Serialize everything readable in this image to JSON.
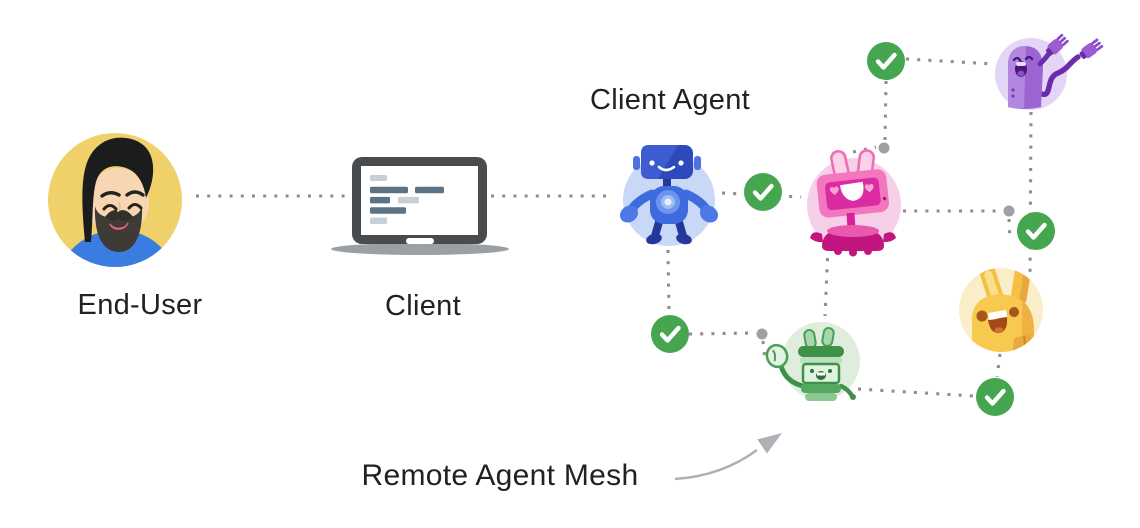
{
  "nodes": {
    "end_user": {
      "label": "End-User",
      "icon": "person-avatar-icon"
    },
    "client": {
      "label": "Client",
      "icon": "laptop-icon"
    },
    "client_agent": {
      "label": "Client Agent",
      "icon": "blue-robot-icon"
    }
  },
  "remote_agent_mesh": {
    "label": "Remote Agent Mesh",
    "agents": [
      {
        "icon": "pink-tv-bunny-robot-icon",
        "accent_color": "#EF72BC"
      },
      {
        "icon": "purple-plug-robot-icon",
        "accent_color": "#9D63D3"
      },
      {
        "icon": "yellow-bunny-robot-icon",
        "accent_color": "#F7C94F"
      },
      {
        "icon": "green-bunny-robot-icon",
        "accent_color": "#7DC284"
      }
    ]
  },
  "connections": {
    "line_style": "dotted",
    "line_color": "#8E8E8E",
    "check_icon": "check-circle-icon",
    "check_color": "#45A64F",
    "check_count": 5
  },
  "colors": {
    "background": "#FFFFFF",
    "text": "#202124",
    "end_user_circle": "#F0D169",
    "client_agent_circle": "#C9D8F6",
    "pink_circle": "#F6D0E9",
    "purple_circle": "#E3D5F6",
    "yellow_circle": "#FAEEC9",
    "green_circle": "#DFEEDC",
    "laptop_frame": "#494C4E"
  }
}
